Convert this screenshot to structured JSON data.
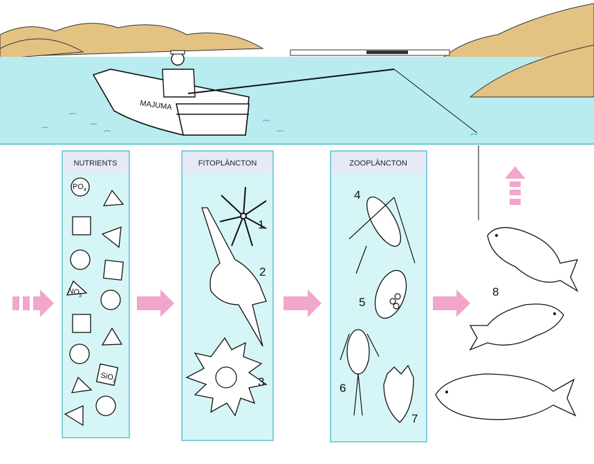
{
  "colors": {
    "water": "#b9ecef",
    "panel": "#d6f5f6",
    "panel_header": "#e6e9f8",
    "panel_border": "#5cc0d0",
    "arrow": "#f3a6cc",
    "hills": "#e3c282"
  },
  "scene": {
    "boat_name": "MAJUMA"
  },
  "panels": [
    {
      "title": "NUTRIENTS",
      "chemicals": [
        "PO",
        "4",
        "NO",
        "3",
        "SiO",
        "3"
      ]
    },
    {
      "title": "FITOPLÀNCTON",
      "labels": [
        "1",
        "2",
        "3"
      ]
    },
    {
      "title": "ZOOPLÀNCTON",
      "labels": [
        "4",
        "5",
        "6",
        "7"
      ]
    }
  ],
  "fish_label": "8"
}
